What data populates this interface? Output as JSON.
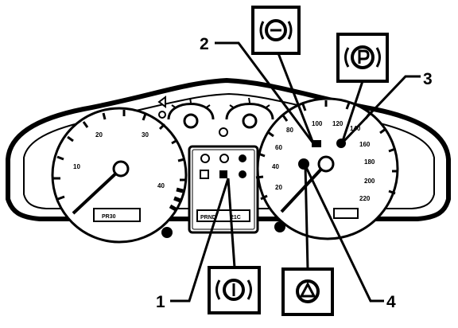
{
  "callouts": {
    "c1": "1",
    "c2": "2",
    "c3": "3",
    "c4": "4"
  },
  "tachometer": {
    "ticks": [
      "10",
      "20",
      "30",
      "40"
    ],
    "readout": "PR30"
  },
  "speedometer": {
    "ticks": [
      "20",
      "40",
      "60",
      "80",
      "100",
      "120",
      "140",
      "160",
      "180",
      "200",
      "220"
    ]
  },
  "center_panel": {
    "label_left": "PRND",
    "label_right": "21C"
  },
  "icons": {
    "inset_top_left": "brake-warning-icon",
    "inset_top_right": "parking-brake-icon",
    "inset_bottom_left": "abs-icon",
    "inset_bottom_right": "hazard-warning-icon"
  }
}
